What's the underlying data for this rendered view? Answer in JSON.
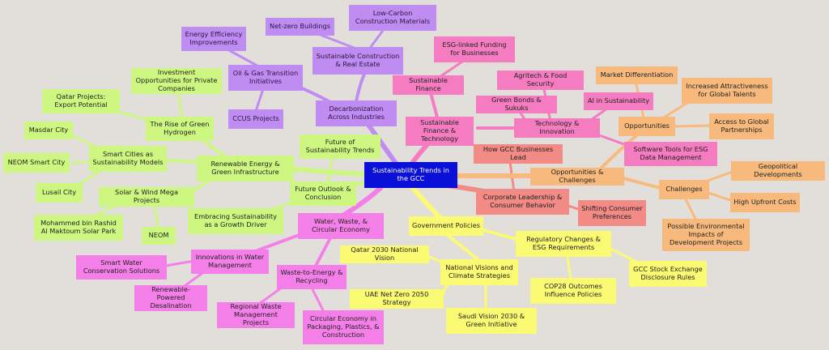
{
  "colors": {
    "background": "#e2dfdb",
    "center": "#0a10d8",
    "purple": "#bf8cf2",
    "pink": "#f57cc0",
    "salmon": "#f28a85",
    "orange": "#f8ba7c",
    "lime": "#cdf780",
    "yellow": "#fafa73",
    "magenta": "#f57fe8"
  },
  "mindmap": {
    "center": "Sustainability Trends in the GCC",
    "decarbonization": {
      "title": "Decarbonization Across Industries",
      "sustainable_construction": "Sustainable Construction & Real Estate",
      "net_zero_buildings": "Net-zero Buildings",
      "low_carbon_materials": "Low-Carbon Construction Materials",
      "oil_gas_transition": "Oil & Gas Transition Initiatives",
      "energy_efficiency": "Energy Efficiency Improvements",
      "ccus": "CCUS Projects"
    },
    "finance_tech": {
      "title": "Sustainable Finance & Technology",
      "sustainable_finance": "Sustainable Finance",
      "esg_funding": "ESG-linked Funding for Businesses",
      "green_bonds": "Green Bonds & Sukuks",
      "tech_innovation": "Technology & Innovation",
      "agritech": "Agritech & Food Security",
      "ai": "AI in Sustainability",
      "software_tools": "Software Tools for ESG Data Management"
    },
    "leadership": {
      "title": "Corporate Leadership & Consumer Behavior",
      "gcc_businesses": "How GCC Businesses Lead",
      "consumer_prefs": "Shifting Consumer Preferences"
    },
    "opps_challenges": {
      "title": "Opportunities & Challenges",
      "opportunities": "Opportunities",
      "market_diff": "Market Differentiation",
      "global_talent": "Increased Attractiveness for Global Talents",
      "partnerships": "Access to Global Partnerships",
      "challenges": "Challenges",
      "geopolitical": "Geopolitical Developments",
      "upfront_costs": "High Upfront Costs",
      "env_impacts": "Possible Environmental Impacts of Development Projects"
    },
    "renewables": {
      "title": "Renewable Energy & Green Infrastructure",
      "green_hydrogen": "The Rise of Green Hydrogen",
      "private_invest": "Investment Opportunities for Private Companies",
      "qatar_export": "Qatar Projects: Export Potential",
      "smart_cities": "Smart Cities as Sustainability Models",
      "masdar": "Masdar City",
      "neom_smart": "NEOM Smart City",
      "lusail": "Lusail City",
      "solar_wind": "Solar & Wind Mega Projects",
      "mbr_solar": "Mohammed bin Rashid Al Maktoum Solar Park",
      "neom": "NEOM"
    },
    "future": {
      "title": "Future Outlook & Conclusion",
      "future_trends": "Future of Sustainability Trends",
      "growth_driver": "Embracing Sustainability as a Growth Driver"
    },
    "water": {
      "title": "Water, Waste, & Circular Economy",
      "innovations": "Innovations in Water Management",
      "smart_water": "Smart Water Conservation Solutions",
      "desalination": "Renewable-Powered Desalination",
      "waste_energy": "Waste-to-Energy & Recycling",
      "regional_waste": "Regional Waste Management Projects",
      "circular_economy": "Circular Economy in Packaging, Plastics, & Construction"
    },
    "policies": {
      "title": "Government Policies",
      "reg_changes": "Regulatory Changes & ESG Requirements",
      "cop28": "COP28 Outcomes Influence Policies",
      "gcc_stock": "GCC Stock Exchange Disclosure Rules",
      "national_visions": "National Visions and Climate Strategies",
      "qatar_2030": "Qatar 2030 National Vision",
      "uae_2050": "UAE Net Zero 2050 Strategy",
      "saudi_2030": "Saudi Vision 2030 & Green Initiative"
    }
  }
}
